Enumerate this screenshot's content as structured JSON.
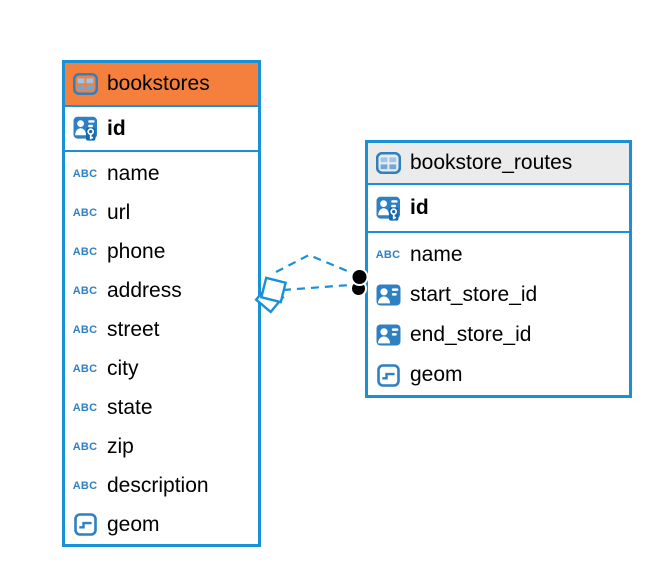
{
  "tables": [
    {
      "name": "bookstores",
      "header_color": "#F5803E",
      "columns": [
        {
          "label": "id",
          "type": "primary-key"
        },
        {
          "label": "name",
          "type": "text"
        },
        {
          "label": "url",
          "type": "text"
        },
        {
          "label": "phone",
          "type": "text"
        },
        {
          "label": "address",
          "type": "text"
        },
        {
          "label": "street",
          "type": "text"
        },
        {
          "label": "city",
          "type": "text"
        },
        {
          "label": "state",
          "type": "text"
        },
        {
          "label": "zip",
          "type": "text"
        },
        {
          "label": "description",
          "type": "text"
        },
        {
          "label": "geom",
          "type": "geometry"
        }
      ]
    },
    {
      "name": "bookstore_routes",
      "header_color": "#EBEBEB",
      "columns": [
        {
          "label": "id",
          "type": "primary-key"
        },
        {
          "label": "name",
          "type": "text"
        },
        {
          "label": "start_store_id",
          "type": "reference"
        },
        {
          "label": "end_store_id",
          "type": "reference"
        },
        {
          "label": "geom",
          "type": "geometry"
        }
      ]
    }
  ],
  "icons": {
    "text_type_label": "ABC"
  },
  "relationships": [
    {
      "from": "bookstores",
      "to": "bookstore_routes",
      "style": "dashed",
      "source_marker": "diamond",
      "target_marker": "filled-circle"
    },
    {
      "from": "bookstores",
      "to": "bookstore_routes",
      "style": "dashed",
      "source_marker": "diamond",
      "target_marker": "filled-circle"
    }
  ],
  "colors": {
    "table_border": "#1A90D6",
    "icon_blue": "#2F80C3",
    "bookstores_header": "#F5803E",
    "routes_header": "#EBEBEB",
    "relationship_line": "#1A90D6",
    "circle_marker": "#000000",
    "text": "#000000"
  }
}
